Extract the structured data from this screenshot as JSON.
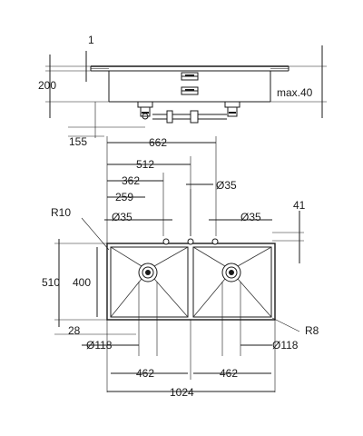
{
  "side_view": {
    "label_1": "1",
    "label_200": "200",
    "label_max": "max.40",
    "label_155": "155"
  },
  "top_view": {
    "d662": "662",
    "d512": "512",
    "d362": "362",
    "d259": "259",
    "d35_top": "Ø35",
    "d35_left": "Ø35",
    "d35_right": "Ø35",
    "d41": "41",
    "r10": "R10",
    "r8": "R8",
    "d510": "510",
    "d400": "400",
    "d28": "28",
    "d118_left": "Ø118",
    "d118_right": "Ø118",
    "d462_left": "462",
    "d462_right": "462",
    "d1024": "1024"
  }
}
